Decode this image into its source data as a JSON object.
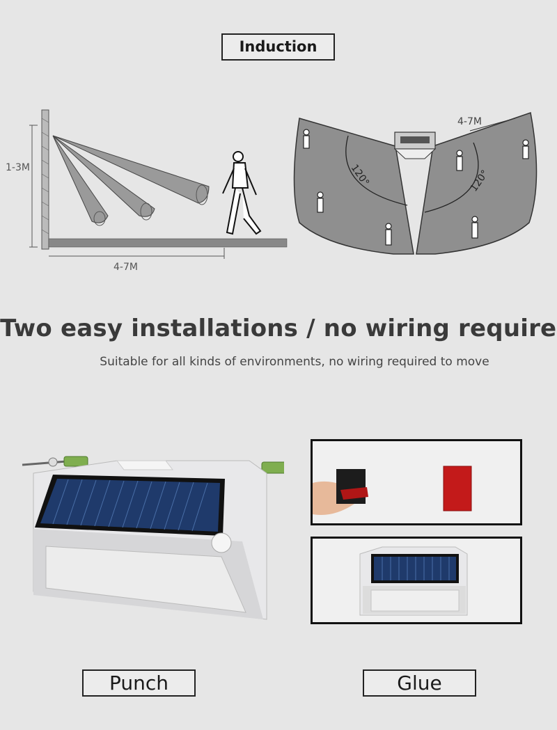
{
  "sections": {
    "induction_label": "Induction",
    "headline": "Two easy installations / no wiring required",
    "subline": "Suitable for all kinds of environments, no wiring required to move",
    "punch_label": "Punch",
    "glue_label": "Glue"
  },
  "side_diagram": {
    "height_label": "1-3M",
    "distance_label": "4-7M"
  },
  "top_diagram": {
    "range_label": "4-7M",
    "angle_left": "120°",
    "angle_right": "120°"
  },
  "colors": {
    "background": "#e6e6e6",
    "fan_fill": "#8f8f8f",
    "solar_panel": "#1f3a6b",
    "tape_red": "#c31a1a"
  }
}
